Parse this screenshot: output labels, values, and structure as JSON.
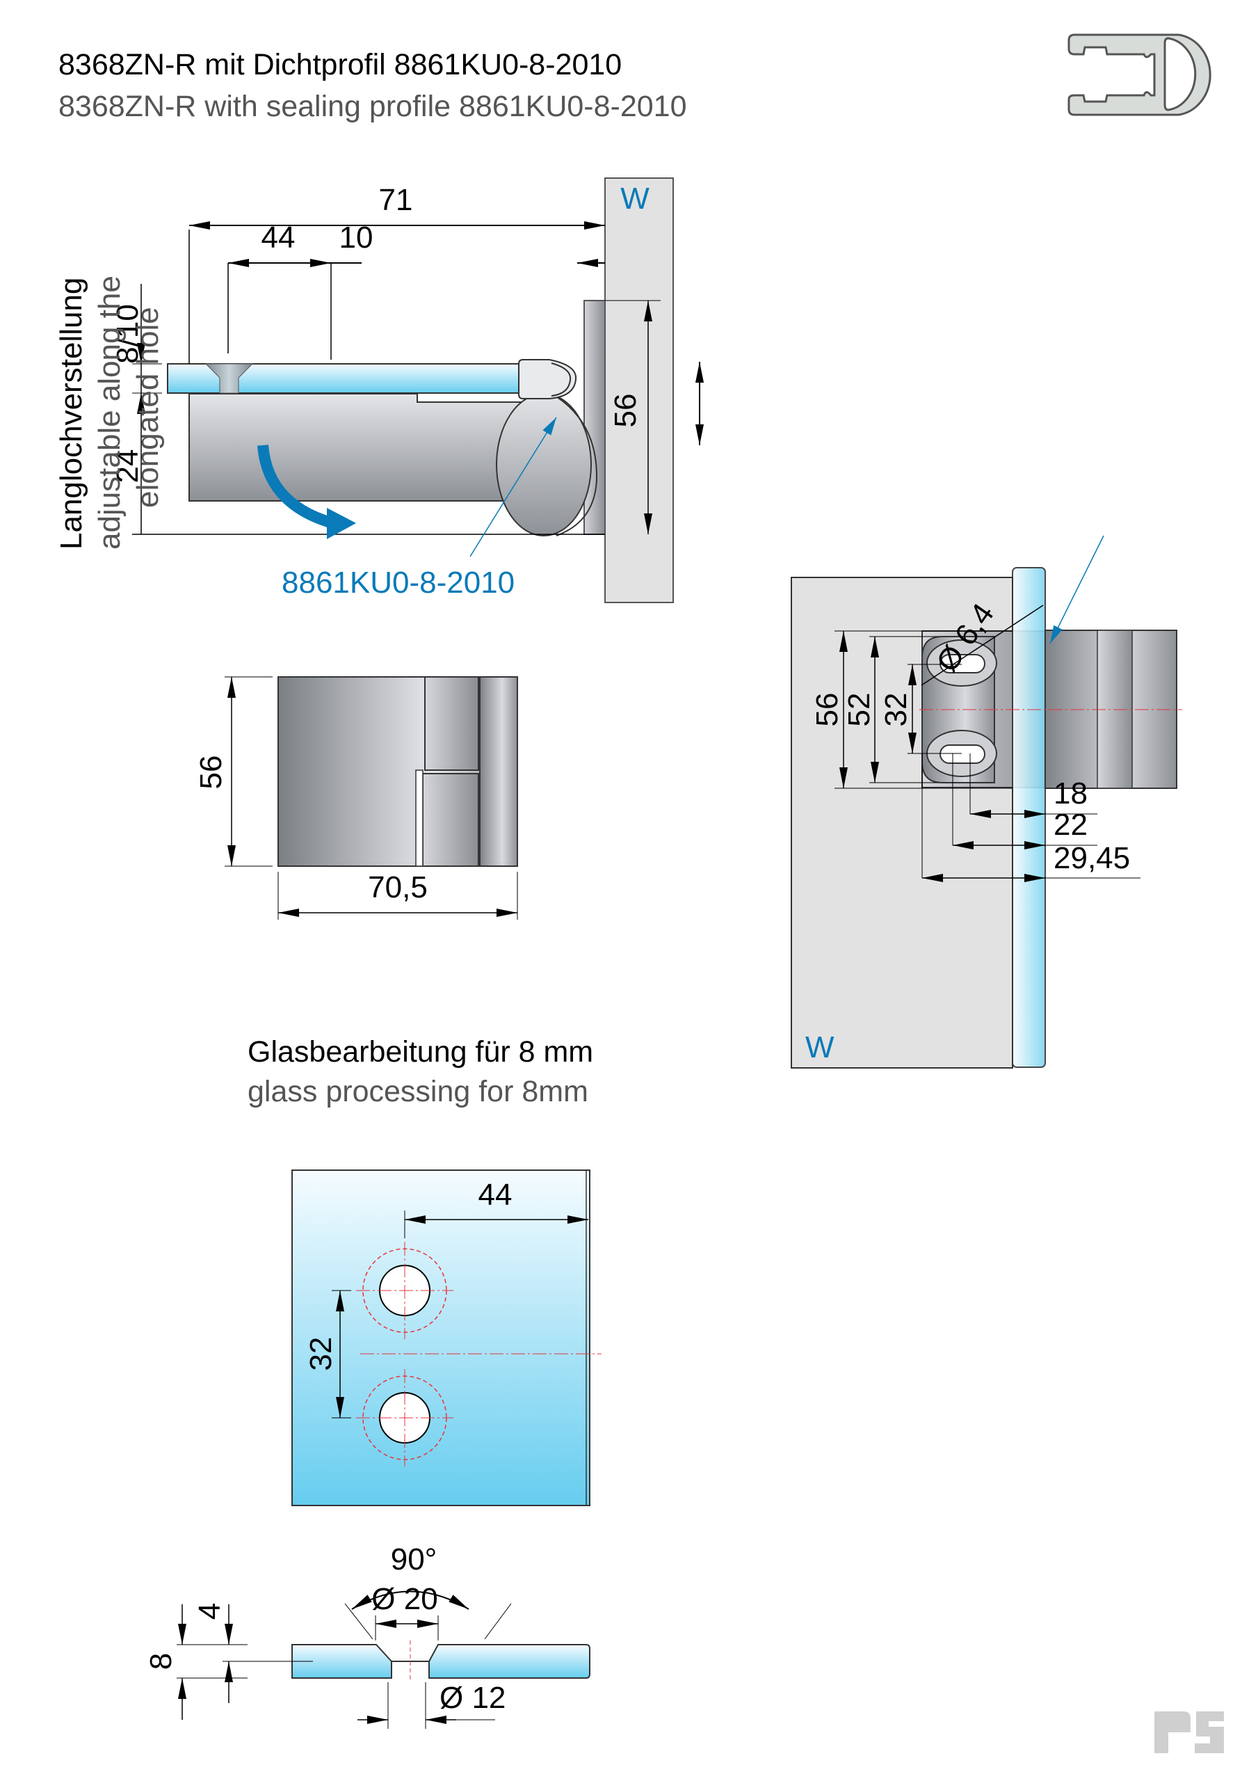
{
  "header": {
    "title_de": "8368ZN-R mit Dichtprofil 8861KU0-8-2010",
    "title_en": "8368ZN-R with sealing profile 8861KU0-8-2010"
  },
  "top_view": {
    "side_label_de": "Langlochverstellung",
    "side_label_en_1": "adjustable along the",
    "side_label_en_2": "elongated hole",
    "wall_label": "W",
    "dim_71": "71",
    "dim_44": "44",
    "dim_10": "10",
    "dim_8_10": "8/10",
    "dim_24": "24",
    "dim_56": "56",
    "profile_callout": "8861KU0-8-2010"
  },
  "front_view": {
    "dim_height": "56",
    "dim_width": "70,5"
  },
  "side_view": {
    "wall_label": "W",
    "dim_hole_dia": "Ø 6,4",
    "dim_56": "56",
    "dim_52": "52",
    "dim_32": "32",
    "dim_18": "18",
    "dim_22": "22",
    "dim_29_45": "29,45"
  },
  "glass_processing": {
    "title_de": "Glasbearbeitung für 8 mm",
    "title_en": "glass processing for 8mm",
    "dim_44": "44",
    "dim_32": "32"
  },
  "countersink_section": {
    "angle": "90°",
    "dia_top": "Ø 20",
    "dia_bottom": "Ø 12",
    "depth": "4",
    "thickness": "8"
  },
  "colors": {
    "accent_blue": "#0a7ab8",
    "wall_gray": "#e2e2e2",
    "glass_light": "#f4fbfe",
    "glass_dark": "#66cdef",
    "centerline_red": "#e8333c"
  }
}
